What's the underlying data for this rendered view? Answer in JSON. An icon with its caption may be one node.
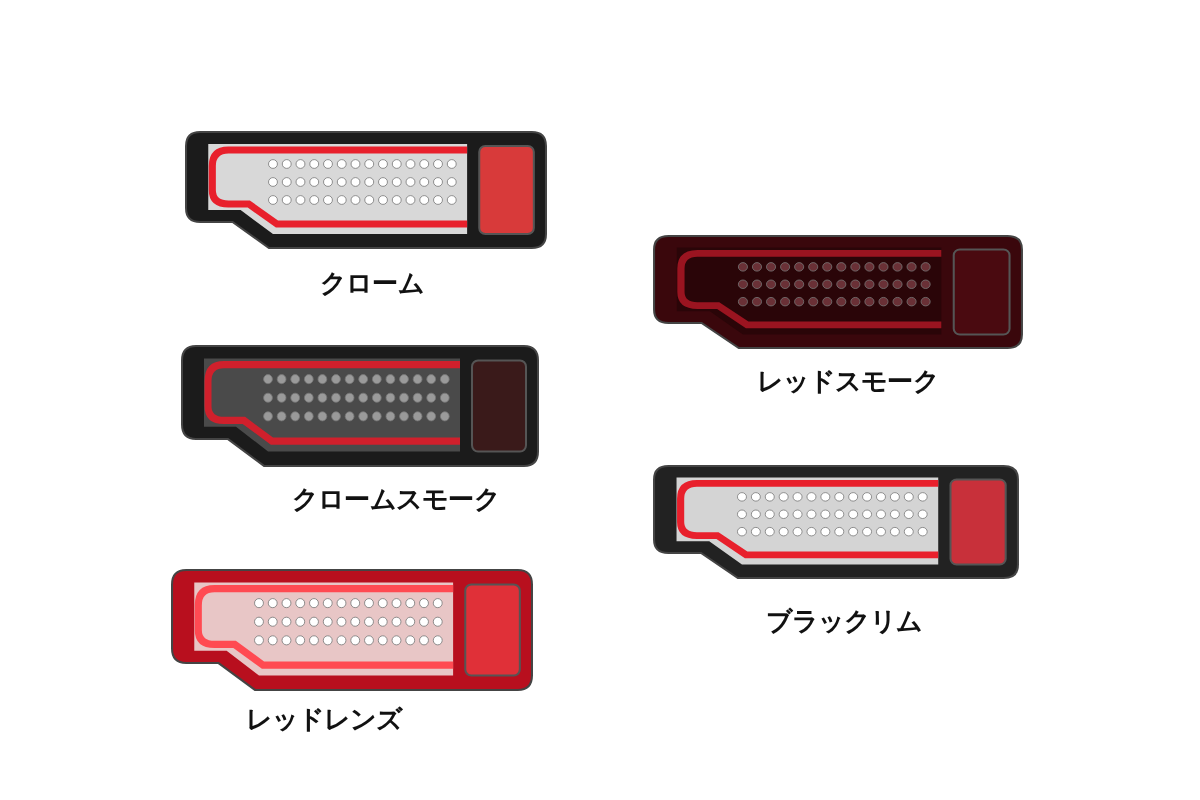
{
  "diagram": {
    "nodes": [
      {
        "text": [],
        "shape": "picture",
        "beside": [
          "クローム"
        ]
      },
      {
        "text": [],
        "shape": "picture",
        "beside": [
          "クロームスモーク"
        ]
      },
      {
        "text": [],
        "shape": "picture",
        "beside": [
          "レッドレンズ"
        ]
      },
      {
        "text": [],
        "shape": "picture",
        "beside": [
          "レッドスモーク"
        ]
      },
      {
        "text": [],
        "shape": "picture",
        "beside": [
          "ブラックリム"
        ]
      }
    ]
  }
}
